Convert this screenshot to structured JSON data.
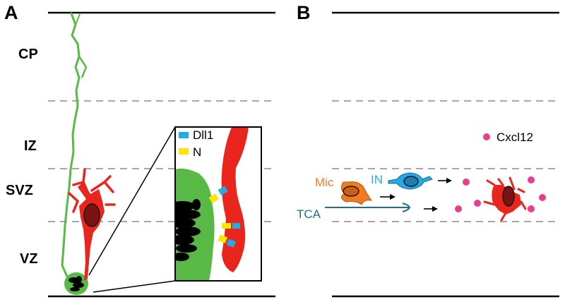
{
  "panels": {
    "a": {
      "letter": "A"
    },
    "b": {
      "letter": "B"
    }
  },
  "zones": {
    "cp": "CP",
    "iz": "IZ",
    "svz": "SVZ",
    "vz": "VZ"
  },
  "inset_legend": {
    "dll1": {
      "label": "Dll1",
      "color": "#29a9e1"
    },
    "notch": {
      "label": "N",
      "color": "#ffe600"
    }
  },
  "panel_b_labels": {
    "cxcl12": {
      "label": "Cxcl12",
      "color": "#e83e8c"
    },
    "mic": {
      "label": "Mic",
      "color": "#f07c22"
    },
    "in": {
      "label": "IN",
      "color": "#29a9e1"
    },
    "tca": {
      "label": "TCA",
      "color": "#1f6f8b"
    }
  },
  "colors": {
    "radial_glia": "#58b947",
    "progenitor": "#e8261d",
    "nucleus": "#7a1414",
    "chromatin": "#000000"
  }
}
